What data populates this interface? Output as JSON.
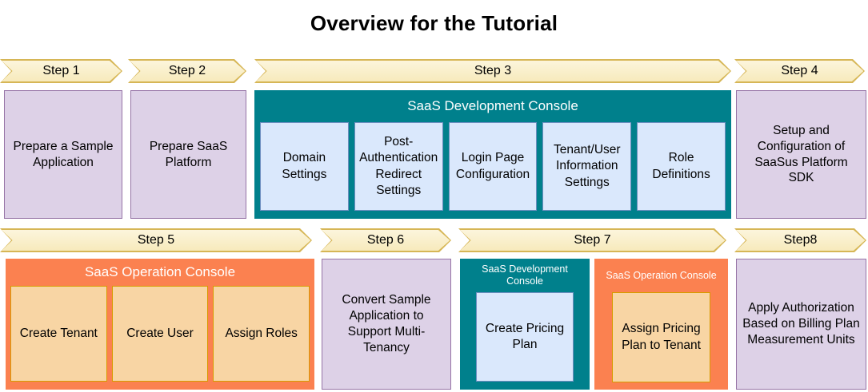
{
  "title": "Overview for the Tutorial",
  "colors": {
    "arrow-fill-top": "#FCF5DC",
    "arrow-fill-bottom": "#F7EABC",
    "arrow-border": "#D6B656",
    "purple-fill": "#DDD1E7",
    "purple-border": "#9673A6",
    "teal": "#00808C",
    "orange": "#FB8150",
    "blue-fill": "#DAE8FC",
    "blue-border": "#6C8EBF",
    "peach-fill": "#F8D5A4",
    "peach-border": "#D79B00",
    "text": "#000000",
    "console-text": "#FFFFFF"
  },
  "steps": [
    {
      "label": "Step 1",
      "box": "Prepare a Sample Application"
    },
    {
      "label": "Step 2",
      "box": "Prepare SaaS Platform"
    },
    {
      "label": "Step 3",
      "console": {
        "title": "SaaS Development Console",
        "items": [
          "Domain Settings",
          "Post-Authentication Redirect Settings",
          "Login Page Configuration",
          "Tenant/User Information Settings",
          "Role Definitions"
        ]
      }
    },
    {
      "label": "Step 4",
      "box": "Setup and Configuration of SaaSus Platform SDK"
    },
    {
      "label": "Step 5",
      "console": {
        "title": "SaaS Operation Console",
        "items": [
          "Create Tenant",
          "Create User",
          "Assign Roles"
        ]
      }
    },
    {
      "label": "Step 6",
      "box": "Convert Sample Application to Support Multi-Tenancy"
    },
    {
      "label": "Step 7",
      "consoles": [
        {
          "title": "SaaS Development Console",
          "item": "Create Pricing Plan"
        },
        {
          "title": "SaaS Operation Console",
          "item": "Assign Pricing Plan to Tenant"
        }
      ]
    },
    {
      "label": "Step8",
      "box": "Apply Authorization Based on Billing Plan Measurement Units"
    }
  ]
}
